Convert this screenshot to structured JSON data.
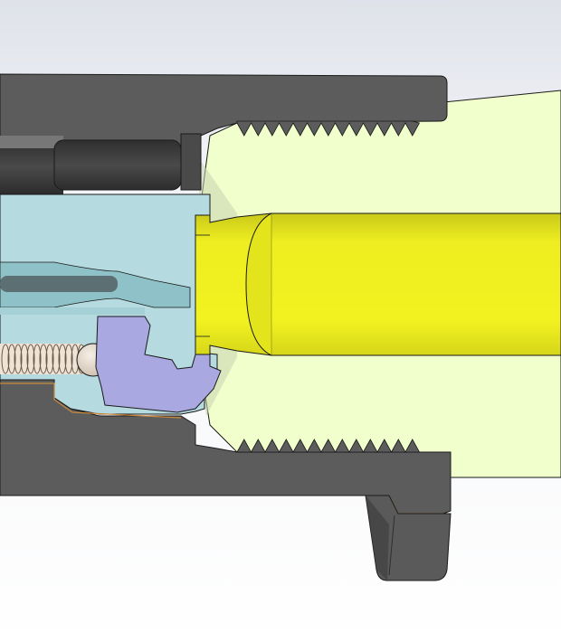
{
  "view": {
    "type": "cad-section-view",
    "background_top": "#e3e6ee",
    "background_bottom": "#ffffff"
  },
  "parts": [
    {
      "id": "receiver",
      "material": "dark-grey",
      "color": "#5c5c5c"
    },
    {
      "id": "barrel-extension",
      "material": "light-cyan",
      "color": "#b5dbe0"
    },
    {
      "id": "barrel-nut",
      "material": "pale-yellow-green",
      "color": "#f0ffcc"
    },
    {
      "id": "cartridge",
      "material": "yellow",
      "color": "#f2f21e"
    },
    {
      "id": "extractor",
      "material": "lavender",
      "color": "#a9a8e0"
    },
    {
      "id": "spring",
      "material": "beige",
      "color": "#efe3d6"
    },
    {
      "id": "plunger-ball",
      "material": "beige",
      "color": "#e8dccf"
    },
    {
      "id": "lower-tab",
      "material": "dark-grey",
      "color": "#5a5a5a"
    }
  ],
  "colors": {
    "outline": "#1a1a1a",
    "edge_highlight": "#c98a3c",
    "shadow_grey": "#3f3f3f"
  }
}
